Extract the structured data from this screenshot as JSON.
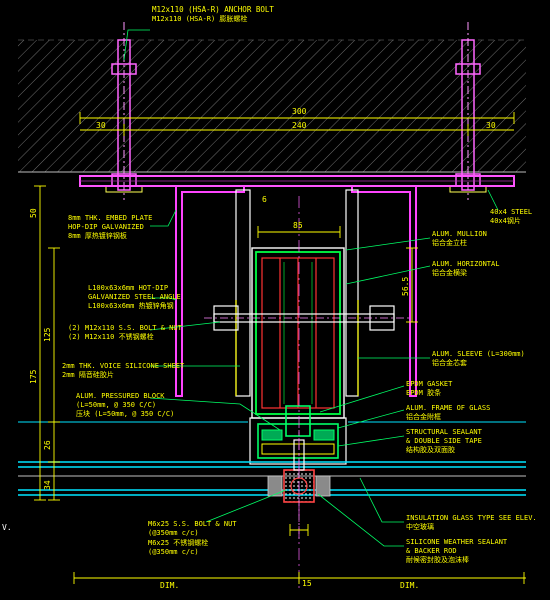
{
  "anchor": {
    "line1": "M12x110 (HSA-R) ANCHOR BOLT",
    "line2": "M12x110 (HSA-R) 膨胀螺栓"
  },
  "dimensions": {
    "d300": "300",
    "d240": "240",
    "d30_left": "30",
    "d30_right": "30",
    "d50": "50",
    "d85": "85",
    "d56_5": "56.5",
    "d125": "125",
    "d175": "175",
    "d26": "26",
    "d34": "34",
    "d15": "15",
    "d6": "6",
    "dim_left": "DIM.",
    "dim_right": "DIM."
  },
  "left_labels": {
    "embed_plate_1": "8mm THK. EMBED PLATE",
    "embed_plate_2": "HOP-DIP GALVANIZED",
    "embed_plate_3": "8mm 厚热镀锌钢板",
    "angle_1": "L100x63x6mm HOT-DIP",
    "angle_2": "GALVANIZED STEEL ANGLE",
    "angle_3": "L100x63x6mm 热镀锌角钢",
    "bolt_1": "(2) M12x110 S.S. BOLT & NUT",
    "bolt_2": "(2) M12x110 不锈钢螺栓",
    "silicone_sheet_1": "2mm THK. VOICE SILICONE SHEET",
    "silicone_sheet_2": "2mm 隔音硅胶片",
    "pressured_block_1": "ALUM. PRESSURED BLOCK",
    "pressured_block_2": "(L=50mm, @ 350 C/C)",
    "pressured_block_3": "压块 (L=50mm, @ 350 C/C)",
    "bottom_bolt_1": "M6x25 S.S. BOLT & NUT",
    "bottom_bolt_2": "(@350mm c/c)",
    "bottom_bolt_3": "M6x25 不锈钢螺栓",
    "bottom_bolt_4": "(@350mm c/c)",
    "edge_v": "V."
  },
  "right_labels": {
    "steel_1": "40x4 STEEL",
    "steel_2": "40x4钢片",
    "mullion_1": "ALUM. MULLION",
    "mullion_2": "铝合金立柱",
    "horizontal_1": "ALUM. HORIZONTAL",
    "horizontal_2": "铝合金横梁",
    "sleeve_1": "ALUM. SLEEVE (L=300mm)",
    "sleeve_2": "铝合金芯套",
    "gasket_1": "EPDM GASKET",
    "gasket_2": "EPDM 胶条",
    "frame_1": "ALUM. FRAME OF GLASS",
    "frame_2": "铝合金附框",
    "sealant_1": "STRUCTURAL SEALANT",
    "sealant_2": "& DOUBLE SIDE TAPE",
    "sealant_3": "结构胶及双面胶",
    "glass_1": "INSULATION GLASS TYPE SEE ELEV.",
    "glass_2": "中空玻璃",
    "weather_1": "SILICONE WEATHER SEALANT",
    "weather_2": "& BACKER ROD",
    "weather_3": "耐候密封胶及泡沫棒"
  }
}
